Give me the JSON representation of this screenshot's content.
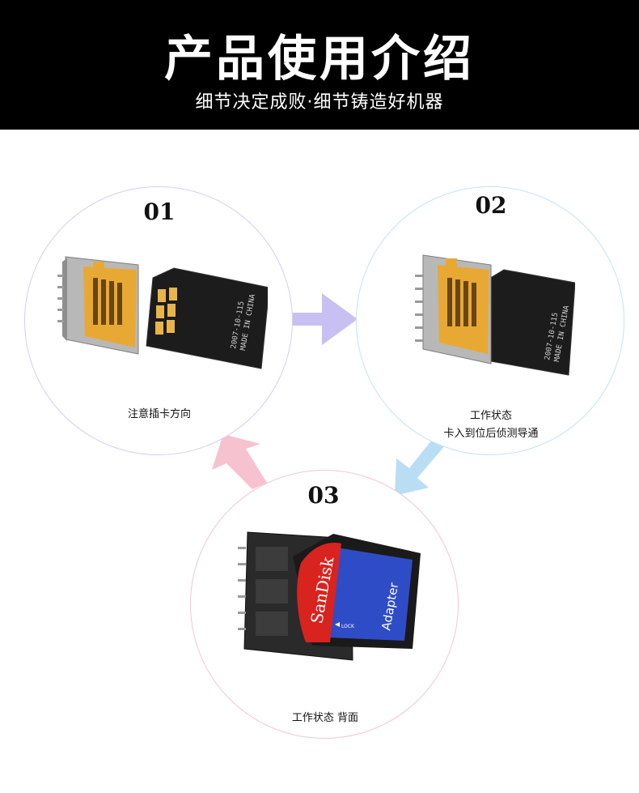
{
  "header": {
    "title": "产品使用介绍",
    "subtitle": "细节决定成败·细节铸造好机器"
  },
  "steps": [
    {
      "number": "01",
      "caption_lines": [
        "注意插卡方向"
      ]
    },
    {
      "number": "02",
      "caption_lines": [
        "工作状态",
        "卡入到位后侦测导通"
      ]
    },
    {
      "number": "03",
      "caption_lines": [
        "工作状态  背面"
      ]
    }
  ],
  "products": {
    "card_label_line1": "2007-10-115",
    "card_label_line2": "MADE IN CHINA",
    "sandisk_brand": "SanDisk",
    "adapter_text": "Adapter",
    "lock_text": "LOCK"
  },
  "colors": {
    "header_bg": "#000000",
    "arrow_purple": "#c8c0f2",
    "arrow_blue": "#b9def4",
    "arrow_pink": "#f6c2cf",
    "connector_gold": "#e8a934",
    "card_black": "#1c1c1c",
    "sandisk_red": "#d8231f",
    "adapter_blue": "#2f4cc7"
  }
}
